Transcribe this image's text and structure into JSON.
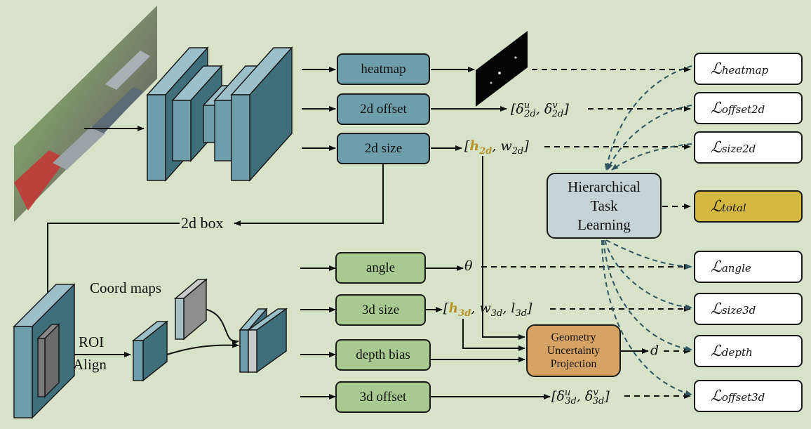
{
  "heads_2d": {
    "heatmap": "heatmap",
    "offset_2d": "2d offset",
    "size_2d": "2d size"
  },
  "heads_3d": {
    "angle": "angle",
    "size_3d": "3d size",
    "depth_bias": "depth bias",
    "offset_3d": "3d offset"
  },
  "labels": {
    "box_2d": "2d box",
    "coord_maps": "Coord maps",
    "roi_line1": "ROI",
    "roi_line2": "Align"
  },
  "htl": {
    "line1": "Hierarchical",
    "line2": "Task",
    "line3": "Learning"
  },
  "gup": {
    "line1": "Geometry",
    "line2": "Uncertainty",
    "line3": "Projection"
  },
  "math": {
    "offset2d": "[δ^u_2d, δ^v_2d]",
    "size2d": "[h_2d, w_2d]",
    "theta": "θ",
    "size3d": "[h_3d, w_3d, l_3d]",
    "d": "d",
    "offset3d": "[δ^u_3d, δ^v_3d]"
  },
  "losses": {
    "heatmap": "heatmap",
    "offset2d": "offset2d",
    "size2d": "size2d",
    "total": "total",
    "angle": "angle",
    "size3d": "size3d",
    "depth": "depth",
    "offset3d": "offset3d",
    "symbol": "ℒ"
  },
  "colors": {
    "background": "#d6e3c9",
    "head_2d": "#6e9eab",
    "head_3d": "#a8c98f",
    "htl": "#c5d3d5",
    "gup": "#d6a365",
    "total": "#d4b83f",
    "dashed_arc": "#2e5660",
    "highlight": "#b8952a"
  }
}
